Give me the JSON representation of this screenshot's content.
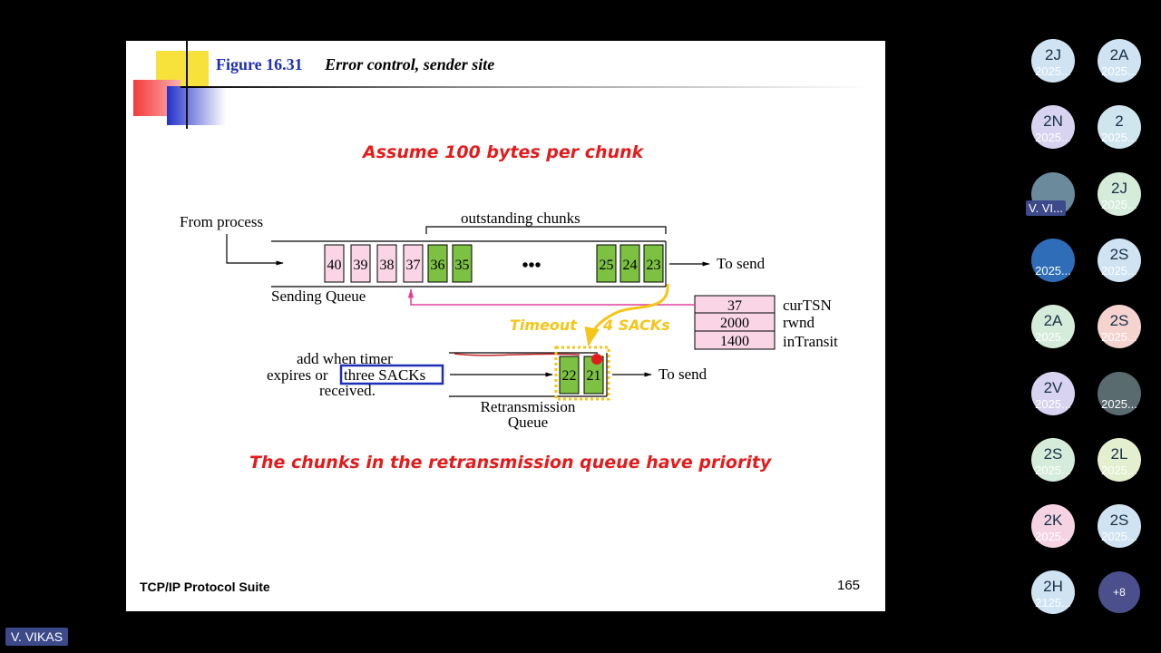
{
  "slide": {
    "figure_number": "Figure 16.31",
    "figure_caption": "Error control, sender site",
    "assumption_note": "Assume 100 bytes per chunk",
    "priority_note": "The chunks in the retransmission queue have priority",
    "footer_left": "TCP/IP Protocol Suite",
    "page_number": "165"
  },
  "diagram": {
    "from_process": "From process",
    "outstanding_label": "outstanding chunks",
    "sending_queue_label": "Sending Queue",
    "to_send_top": "To send",
    "ellipsis": "•••",
    "pink_chunks": [
      "40",
      "39",
      "38",
      "37"
    ],
    "green_chunks_left": [
      "36",
      "35"
    ],
    "green_chunks_right": [
      "25",
      "24",
      "23"
    ],
    "variables": [
      {
        "value": "37",
        "name": "curTSN"
      },
      {
        "value": "2000",
        "name": "rwnd"
      },
      {
        "value": "1400",
        "name": "inTransit"
      }
    ],
    "timeout_label": "Timeout",
    "sacks_label": "4 SACKs",
    "add_when_line1": "add when timer",
    "add_when_line2a": "expires or ",
    "three_sacks": "three SACKs",
    "add_when_line3": "received.",
    "retrans_chunks": [
      "22",
      "21"
    ],
    "retrans_label_1": "Retransmission",
    "retrans_label_2": "Queue",
    "to_send_bottom": "To send"
  },
  "participants": [
    {
      "initials": "2J",
      "name": "2025...",
      "bg": "#cfe3f2"
    },
    {
      "initials": "2A",
      "name": "2025...",
      "bg": "#cfe3f2"
    },
    {
      "initials": "2N",
      "name": "2025...",
      "bg": "#d8d3f0"
    },
    {
      "initials": "2",
      "name": "2025...",
      "bg": "#cfe6ef"
    },
    {
      "initials": "",
      "name": "V. VI...",
      "bg": "#6b8a9c"
    },
    {
      "initials": "2J",
      "name": "2025...",
      "bg": "#d4ecd9"
    },
    {
      "initials": "",
      "name": "2025...",
      "bg": "#2f6db8"
    },
    {
      "initials": "2S",
      "name": "2025...",
      "bg": "#cfe3f2"
    },
    {
      "initials": "2A",
      "name": "2025...",
      "bg": "#d4ecd9"
    },
    {
      "initials": "2S",
      "name": "2025...",
      "bg": "#f5d3cf"
    },
    {
      "initials": "2V",
      "name": "2025...",
      "bg": "#d8d3f0"
    },
    {
      "initials": "",
      "name": "2025...",
      "bg": "#5a6b70"
    },
    {
      "initials": "2S",
      "name": "2025...",
      "bg": "#d4ecd9"
    },
    {
      "initials": "2L",
      "name": "2025...",
      "bg": "#e3efcf"
    },
    {
      "initials": "2K",
      "name": "2025...",
      "bg": "#f5d3e3"
    },
    {
      "initials": "2S",
      "name": "2025...",
      "bg": "#cfe3f2"
    },
    {
      "initials": "2H",
      "name": "2125...",
      "bg": "#cfe3f2"
    }
  ],
  "more_participants": "+8",
  "active_speaker": "V. VIKAS",
  "colors": {
    "pink_chunk": "#f9d5e5",
    "green_chunk": "#7cc142",
    "var_box": "#f9d5e5",
    "note_red": "#e31b1b",
    "timeout_yellow": "#f5c518",
    "arrow_magenta": "#e0409a",
    "figure_blue": "#1f2fb5"
  }
}
